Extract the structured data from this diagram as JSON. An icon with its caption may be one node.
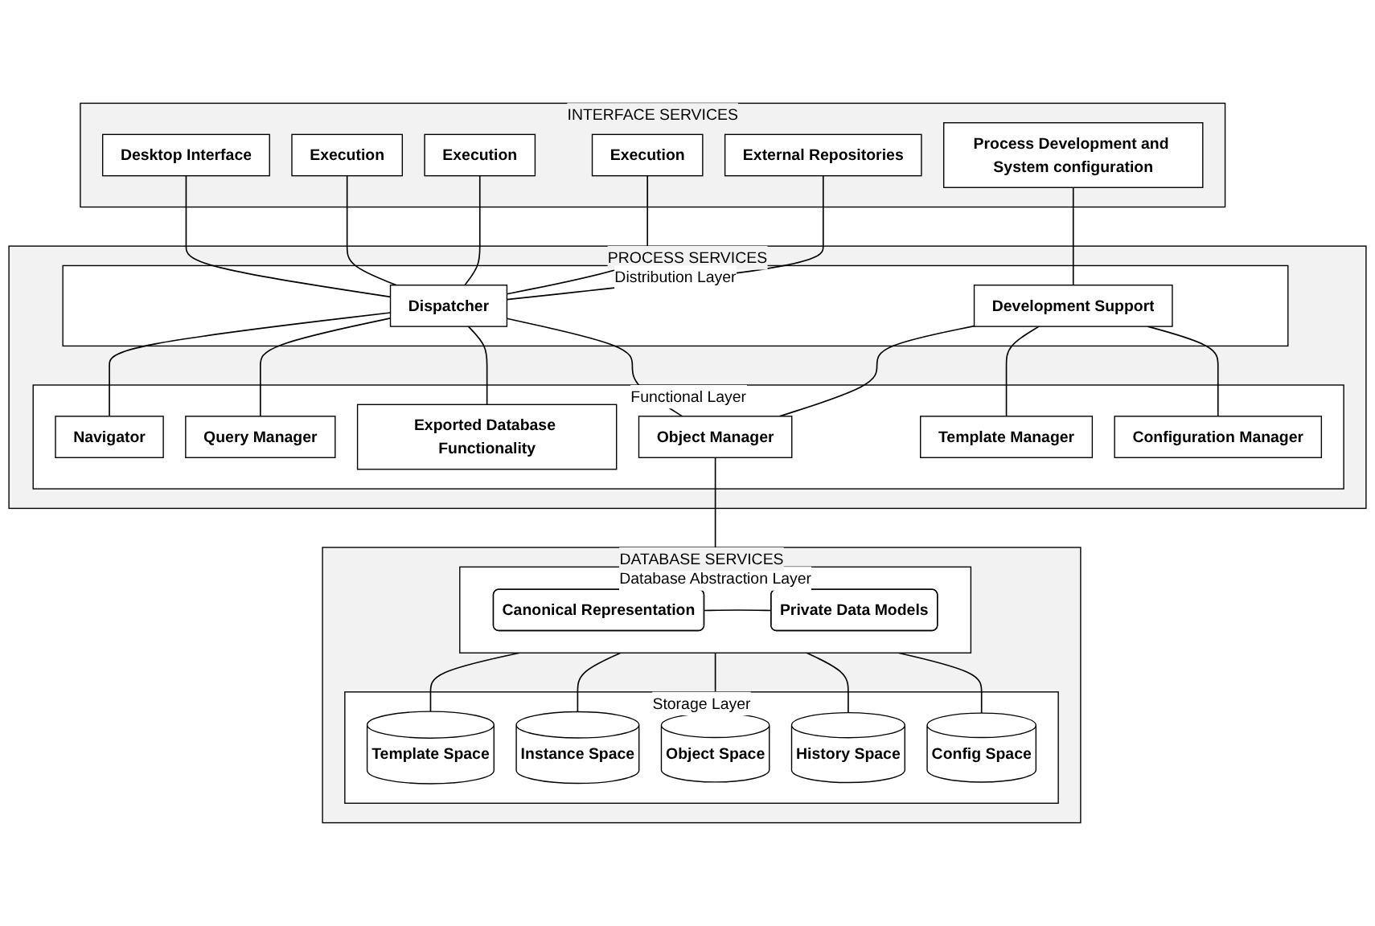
{
  "diagram": {
    "nodes": [
      {
        "text": [
          "INTERFACE SERVICES"
        ]
      },
      {
        "text": [
          "Desktop Interface"
        ],
        "in": 0
      },
      {
        "text": [
          "Execution"
        ],
        "in": 0
      },
      {
        "text": [
          "Execution"
        ],
        "in": 0
      },
      {
        "text": [
          "Execution"
        ],
        "in": 0
      },
      {
        "text": [
          "External Repositories"
        ],
        "in": 0
      },
      {
        "text": [
          "Process Development and System configuration"
        ],
        "in": 0
      },
      {
        "text": [
          "PROCESS SERVICES"
        ]
      },
      {
        "text": [
          "Distribution Layer"
        ],
        "in": 7
      },
      {
        "text": [
          "Dispatcher"
        ],
        "in": 8
      },
      {
        "text": [
          "Development Support"
        ],
        "in": 8
      },
      {
        "text": [
          "Functional Layer"
        ],
        "in": 7
      },
      {
        "text": [
          "Navigator"
        ],
        "in": 11
      },
      {
        "text": [
          "Query Manager"
        ],
        "in": 11
      },
      {
        "text": [
          "Exported Database Functionality"
        ],
        "in": 11
      },
      {
        "text": [
          "Object Manager"
        ],
        "in": 11
      },
      {
        "text": [
          "Template Manager"
        ],
        "in": 11
      },
      {
        "text": [
          "Configuration Manager"
        ],
        "in": 11
      },
      {
        "text": [
          "DATABASE SERVICES"
        ]
      },
      {
        "text": [
          "Database Abstraction Layer"
        ],
        "in": 18
      },
      {
        "text": [
          "Canonical Representation"
        ],
        "in": 19
      },
      {
        "text": [
          "Private Data Models"
        ],
        "in": 19
      },
      {
        "text": [
          "Storage Layer"
        ],
        "in": 18
      },
      {
        "text": [
          "Template Space"
        ],
        "in": 22
      },
      {
        "text": [
          "Instance Space"
        ],
        "in": 22
      },
      {
        "text": [
          "Object Space"
        ],
        "in": 22
      },
      {
        "text": [
          "History Space"
        ],
        "in": 22
      },
      {
        "text": [
          "Config Space"
        ],
        "in": 22
      }
    ],
    "edges": [
      {
        "from": 1,
        "to": 9,
        "arrow": "none"
      },
      {
        "from": 2,
        "to": 9,
        "arrow": "none"
      },
      {
        "from": 3,
        "to": 9,
        "arrow": "none"
      },
      {
        "from": 4,
        "to": 9,
        "arrow": "none"
      },
      {
        "from": 5,
        "to": 9,
        "arrow": "none"
      },
      {
        "from": 6,
        "to": 10,
        "arrow": "none"
      },
      {
        "from": 9,
        "to": 12,
        "arrow": "none"
      },
      {
        "from": 9,
        "to": 13,
        "arrow": "none"
      },
      {
        "from": 9,
        "to": 14,
        "arrow": "none"
      },
      {
        "from": 9,
        "to": 15,
        "arrow": "none"
      },
      {
        "from": 10,
        "to": 15,
        "arrow": "none"
      },
      {
        "from": 10,
        "to": 16,
        "arrow": "none"
      },
      {
        "from": 10,
        "to": 17,
        "arrow": "none"
      },
      {
        "from": 15,
        "to": 19,
        "arrow": "none"
      },
      {
        "from": 20,
        "to": 21,
        "arrow": "none"
      },
      {
        "from": 19,
        "to": 23,
        "arrow": "none"
      },
      {
        "from": 19,
        "to": 24,
        "arrow": "none"
      },
      {
        "from": 19,
        "to": 25,
        "arrow": "none"
      },
      {
        "from": 19,
        "to": 26,
        "arrow": "none"
      },
      {
        "from": 19,
        "to": 27,
        "arrow": "none"
      }
    ]
  }
}
